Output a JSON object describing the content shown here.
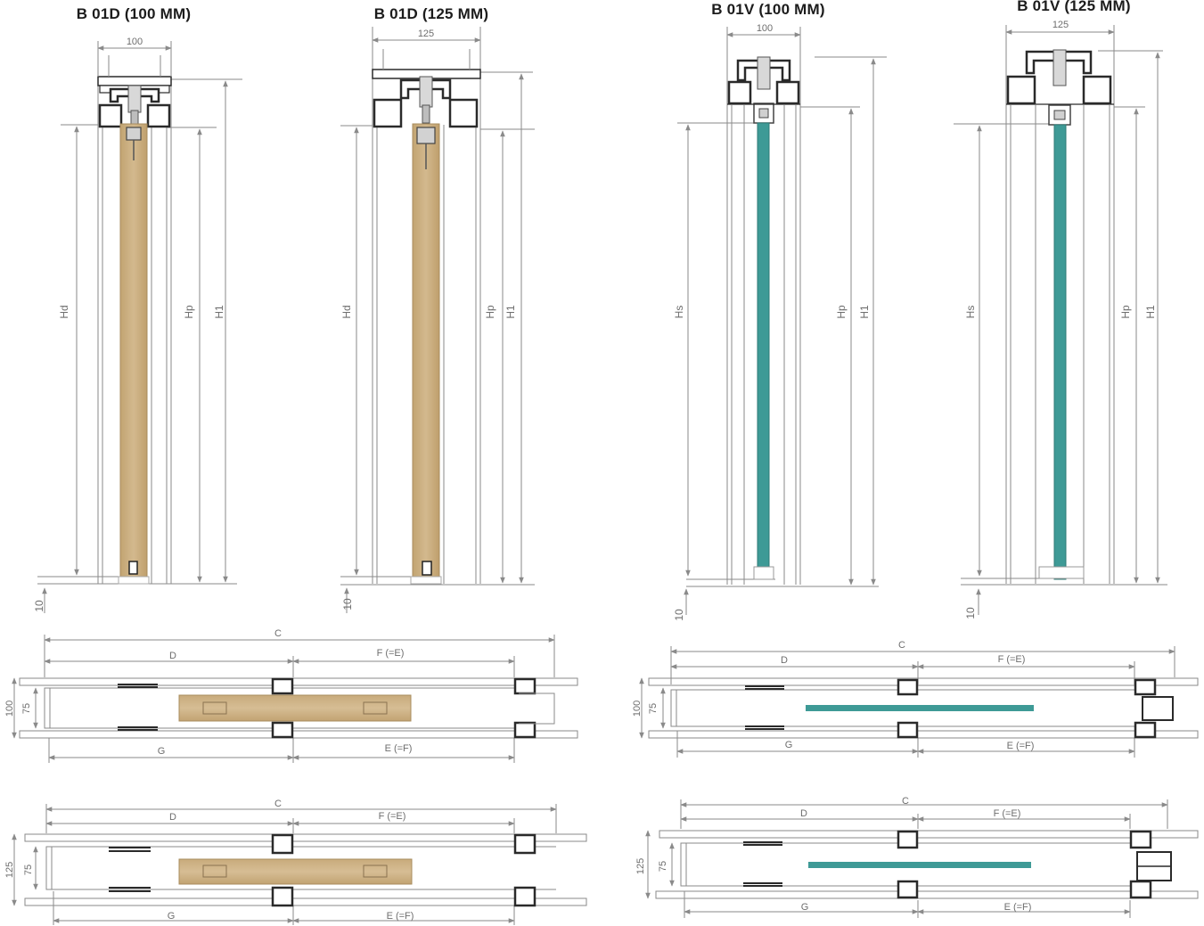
{
  "titles": {
    "t1": "B 01D (100 MM)",
    "t2": "B 01D (125 MM)",
    "t3": "B 01V (100 MM)",
    "t4": "B 01V (125 MM)"
  },
  "labels": {
    "w100": "100",
    "w125": "125",
    "hd": "Hd",
    "hs": "Hs",
    "hp": "Hp",
    "h1": "H1",
    "gap10": "10",
    "c": "C",
    "d": "D",
    "f": "F (=E)",
    "g": "G",
    "e": "E (=F)",
    "h100": "100",
    "h125": "125",
    "h75": "75"
  },
  "colors": {
    "wood": "#c9ac7e",
    "woodDark": "#b69668",
    "glass": "#3e9a96",
    "profile": "#2a2a2a",
    "line": "#8a8a8a",
    "dimline": "#9a9a9a"
  }
}
